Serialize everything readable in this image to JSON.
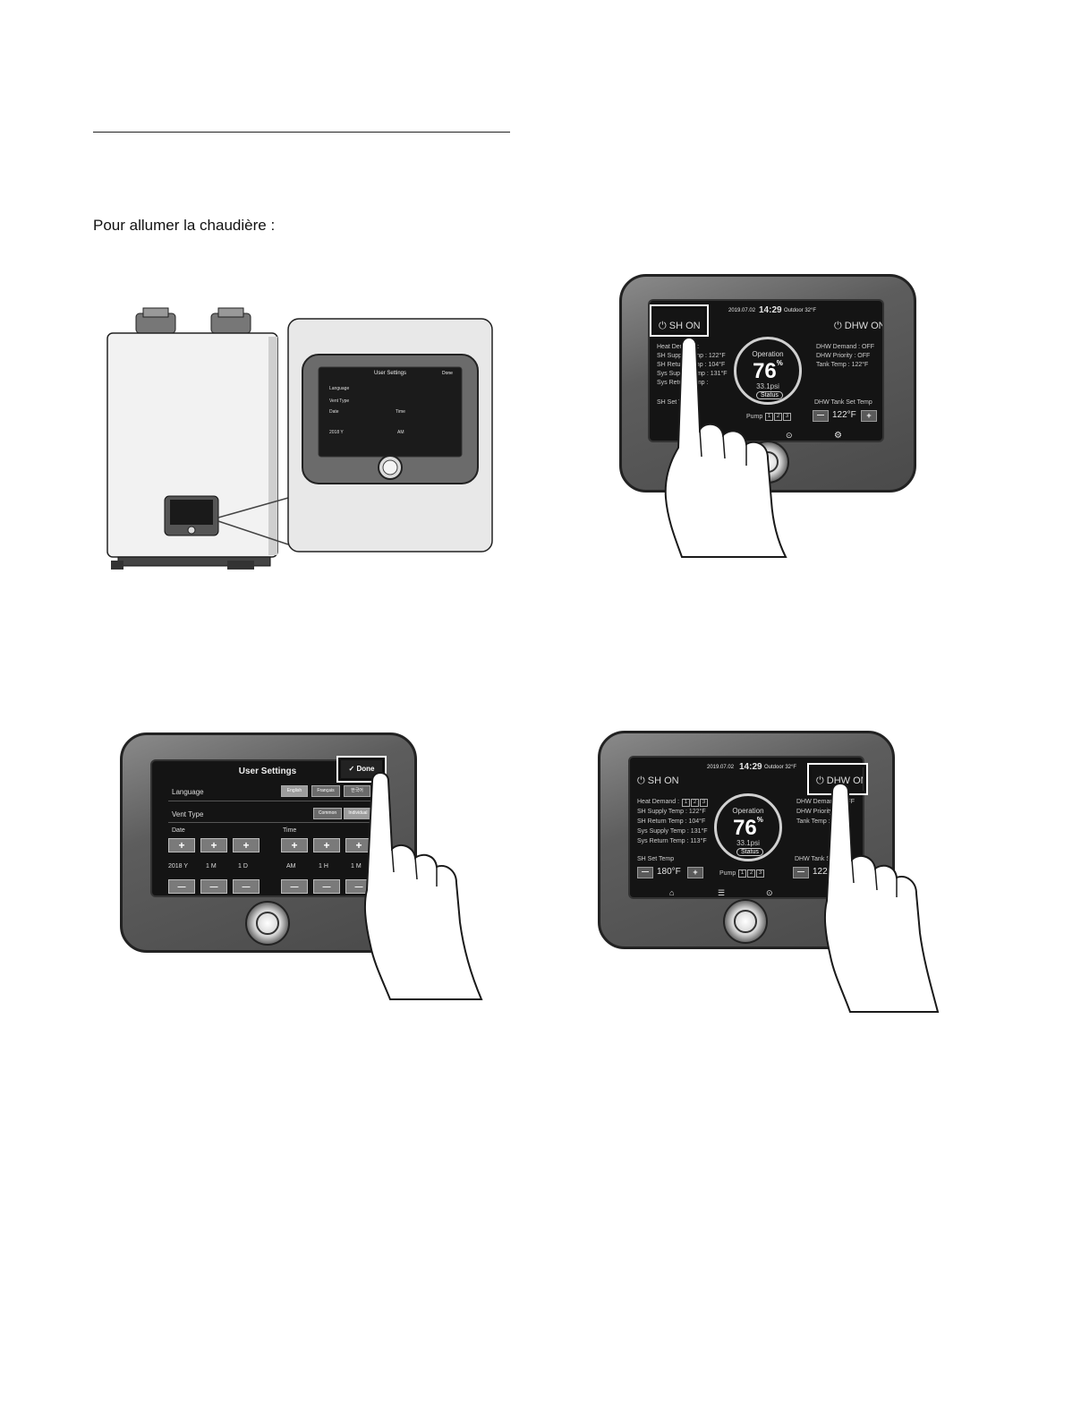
{
  "page": {
    "intro": "Pour allumer la chaudière :"
  },
  "status_screen": {
    "date": "2019.07.02",
    "time": "14:29",
    "outdoor": "Outdoor 32°F",
    "sh_on": "SH ON",
    "dhw_on": "DHW ON",
    "left_rows": [
      {
        "label": "Heat Demand :",
        "value": "1 2 3"
      },
      {
        "label": "SH Supply Temp :",
        "value": "122°F"
      },
      {
        "label": "SH Return Temp :",
        "value": "104°F"
      },
      {
        "label": "Sys Supply Temp :",
        "value": "131°F"
      },
      {
        "label": "Sys Return Temp :",
        "value": "113°F"
      }
    ],
    "right_rows": [
      {
        "label": "DHW Demand :",
        "value": "OFF"
      },
      {
        "label": "DHW Priority :",
        "value": "OFF"
      },
      {
        "label": "Tank Temp :",
        "value": "122°F"
      }
    ],
    "operation_label": "Operation",
    "operation_value": "76",
    "operation_unit": "%",
    "pressure": "33.1psi",
    "status_button": "Status",
    "sh_set_temp_label": "SH Set Temp",
    "sh_set_temp_value": "180°F",
    "dhw_set_temp_label": "DHW Tank Set Temp",
    "dhw_set_temp_value": "122°F",
    "pump_label": "Pump",
    "pump_chips": [
      "1",
      "2",
      "3"
    ],
    "minus": "—",
    "plus": "+"
  },
  "settings_screen": {
    "title": "User Settings",
    "done": "Done",
    "language_label": "Language",
    "languages": [
      "English",
      "Français",
      "한국어"
    ],
    "vent_type_label": "Vent Type",
    "vent_types": [
      "Common",
      "Individual"
    ],
    "date_label": "Date",
    "time_label": "Time",
    "date_values": [
      "2018 Y",
      "1 M",
      "1 D"
    ],
    "time_values": [
      "AM",
      "1 H",
      "1 M"
    ],
    "plus": "+",
    "minus": "—"
  },
  "icons": [
    "power-icon",
    "home-icon",
    "menu-icon",
    "gauge-icon",
    "gear-icon",
    "check-icon",
    "warning-icon",
    "lock-icon"
  ]
}
